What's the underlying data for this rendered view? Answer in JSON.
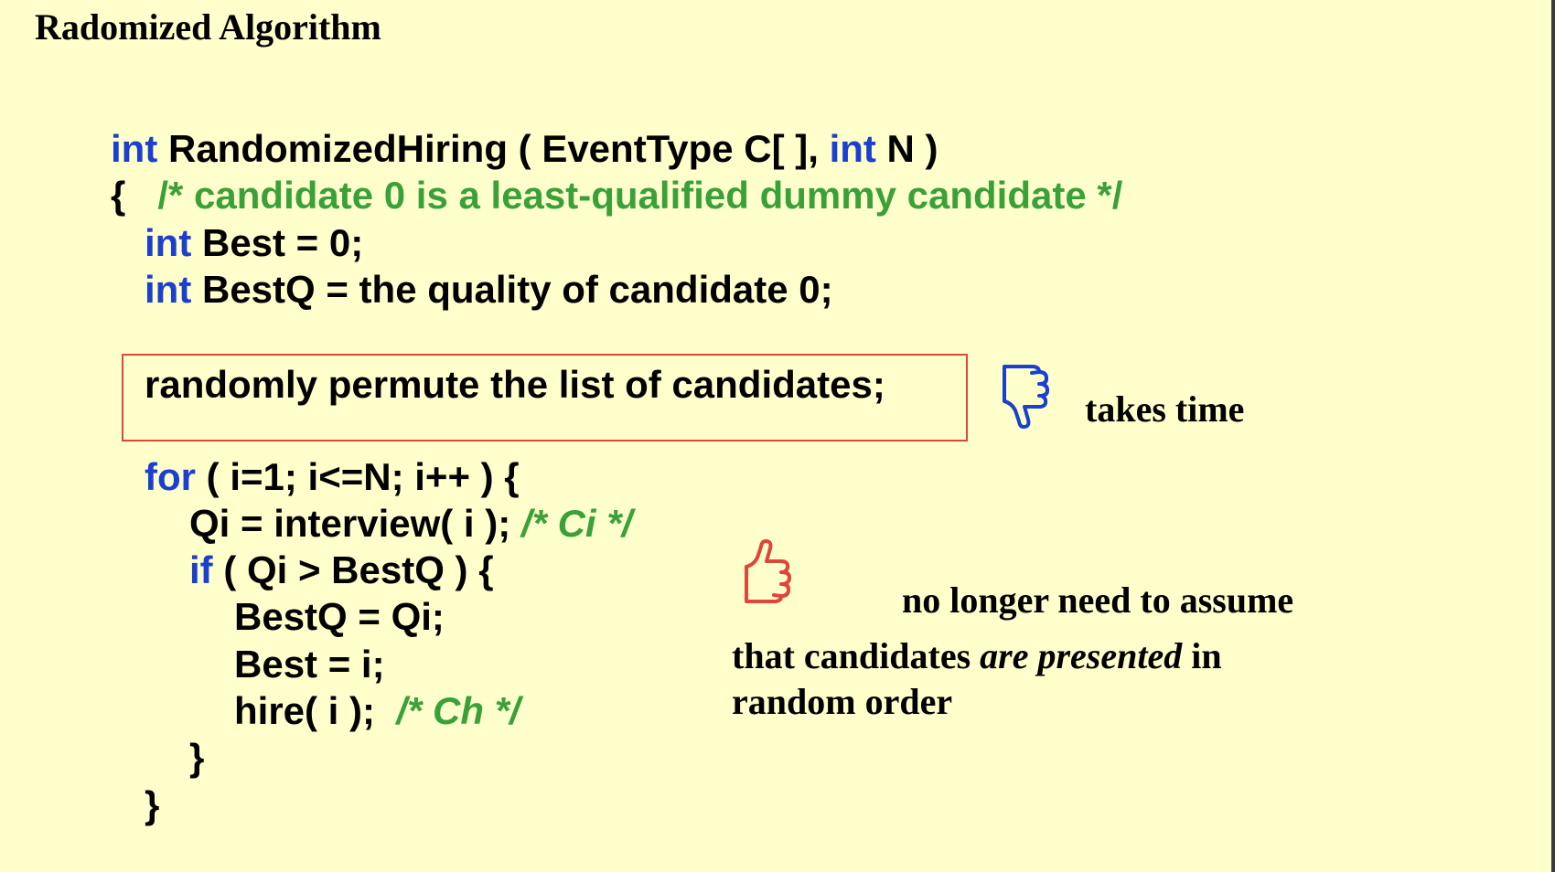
{
  "title": "Radomized Algorithm",
  "code": {
    "line1": {
      "kw1": "int",
      "text1": " RandomizedHiring ( EventType C[ ], ",
      "kw2": "int",
      "text2": " N )"
    },
    "line2": {
      "brace": "{",
      "comment": "/* candidate 0 is a least-qualified dummy candidate */"
    },
    "line3": {
      "kw": "int",
      "text": " Best = 0;"
    },
    "line4": {
      "kw": "int",
      "text": " BestQ = the quality of candidate 0;"
    },
    "line5": {
      "text": "randomly permute the list of candidates;"
    },
    "line6": {
      "kw": "for",
      "text": " ( i=1; i<=N; i++ ) {"
    },
    "line7": {
      "text": "Qi = interview( i ); ",
      "comment": "/* Ci */"
    },
    "line8": {
      "kw": "if",
      "text": " ( Qi > BestQ ) {"
    },
    "line9": {
      "text": "BestQ = Qi;"
    },
    "line10": {
      "text": "Best = i;"
    },
    "line11": {
      "text": "hire( i );  ",
      "comment": "/* Ch */"
    },
    "line12": {
      "text": "}"
    },
    "line13": {
      "text": "}"
    }
  },
  "notes": {
    "takes_time": "takes time",
    "no_longer": "no longer need to assume",
    "that_candidates_a": "that candidates ",
    "are_presented": "are presented",
    "that_candidates_b": " in",
    "random_order": "random order"
  },
  "icons": {
    "thumbs_down": "thumbs-down-icon",
    "thumbs_up": "thumbs-up-icon"
  },
  "colors": {
    "background": "#ffffcc",
    "keyword": "#1b3fce",
    "comment": "#3aa13a",
    "box_border": "#e0453a",
    "thumbs_down": "#1b3fce",
    "thumbs_up": "#e0453a"
  }
}
